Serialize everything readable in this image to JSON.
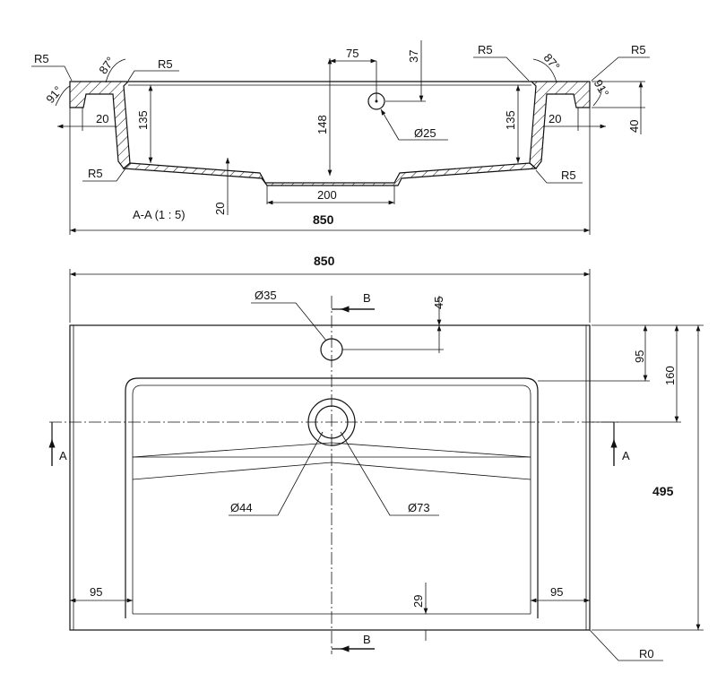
{
  "section": {
    "label": "A-A  (1 : 5)",
    "dims": {
      "r5_tl": "R5",
      "r5_tl2": "R5",
      "r5_bl": "R5",
      "r5_tr": "R5",
      "r5_tr2": "R5",
      "r5_br": "R5",
      "angle_91_l": "91°",
      "angle_87_l": "87°",
      "angle_87_r": "87°",
      "angle_91_r": "91°",
      "rim_20_l": "20",
      "rim_20_r": "20",
      "depth_135_l": "135",
      "depth_135_r": "135",
      "depth_148": "148",
      "offset_75": "75",
      "offset_37": "37",
      "hole_25": "Ø25",
      "thick_20": "20",
      "drain_200": "200",
      "height_40": "40",
      "width_850": "850"
    }
  },
  "plan": {
    "dims": {
      "width_850": "850",
      "tap_35": "Ø35",
      "tap_45": "45",
      "dist_95": "95",
      "dist_160": "160",
      "depth_495": "495",
      "drain_44": "Ø44",
      "drain_73": "Ø73",
      "side_95_l": "95",
      "side_95_r": "95",
      "front_29": "29",
      "corner_r0": "R0",
      "cut_a_l": "A",
      "cut_a_r": "A",
      "cut_b_t": "B",
      "cut_b_b": "B"
    }
  }
}
